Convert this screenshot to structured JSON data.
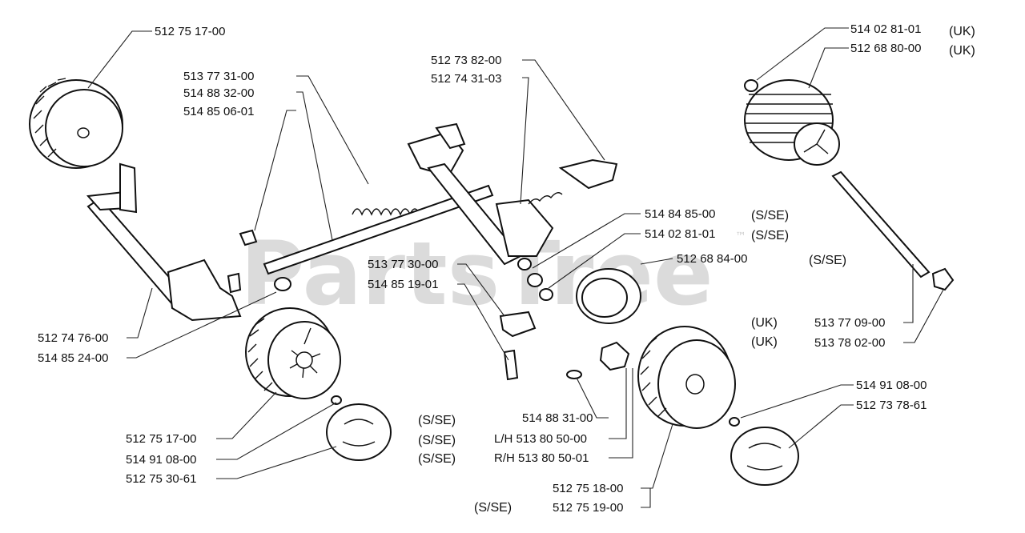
{
  "watermark": "PartsTree",
  "watermark_tm": "™",
  "labels": {
    "l01": "512 75 17-00",
    "l02": "513 77 31-00",
    "l03": "514 88 32-00",
    "l04": "514 85 06-01",
    "l05": "512 73 82-00",
    "l06": "512 74 31-03",
    "l07": "514 02 81-01",
    "l08": "(UK)",
    "l09": "512 68 80-00",
    "l10": "(UK)",
    "l11": "514 84 85-00",
    "l12": "(S/SE)",
    "l13": "514 02 81-01",
    "l14": "(S/SE)",
    "l15": "512 68 84-00",
    "l16": "(S/SE)",
    "l17": "513 77 30-00",
    "l18": "514 85 19-01",
    "l19": "512 74 76-00",
    "l20": "514 85 24-00",
    "l21": "(UK)",
    "l22": "(UK)",
    "l23": "513 77 09-00",
    "l24": "513 78 02-00",
    "l25": "514 91 08-00",
    "l26": "512 73 78-61",
    "l27": "(S/SE)",
    "l28": "(S/SE)",
    "l29": "(S/SE)",
    "l30": "514 88 31-00",
    "l31": "L/H 513 80 50-00",
    "l32": "R/H 513 80 50-01",
    "l33": "512 75 17-00",
    "l34": "514 91 08-00",
    "l35": "512 75 30-61",
    "l36": "512 75 18-00",
    "l37": "512 75 19-00",
    "l38": "(S/SE)"
  }
}
